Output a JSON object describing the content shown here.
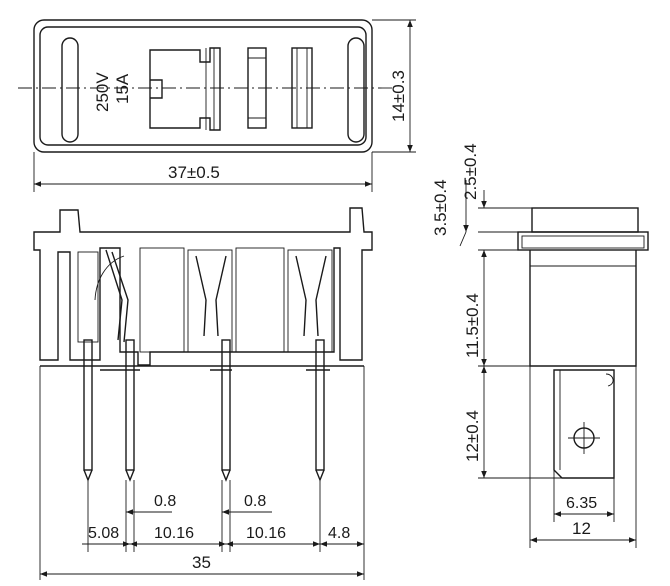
{
  "top_view": {
    "voltage": "250V",
    "current": "15A",
    "width_dim": "37±0.5",
    "height_dim": "14±0.3"
  },
  "front_view": {
    "pin_width_a": "0.8",
    "pin_width_b": "0.8",
    "pitch_edge_left": "5.08",
    "pitch_1": "10.16",
    "pitch_2": "10.16",
    "pitch_edge_right": "4.8",
    "overall": "35"
  },
  "side_view": {
    "dim_a": "3.5±0.4",
    "dim_b": "2.5±0.4",
    "dim_c": "11.5±0.4",
    "dim_d": "12±0.4",
    "dim_e": "6.35",
    "dim_f": "12"
  }
}
